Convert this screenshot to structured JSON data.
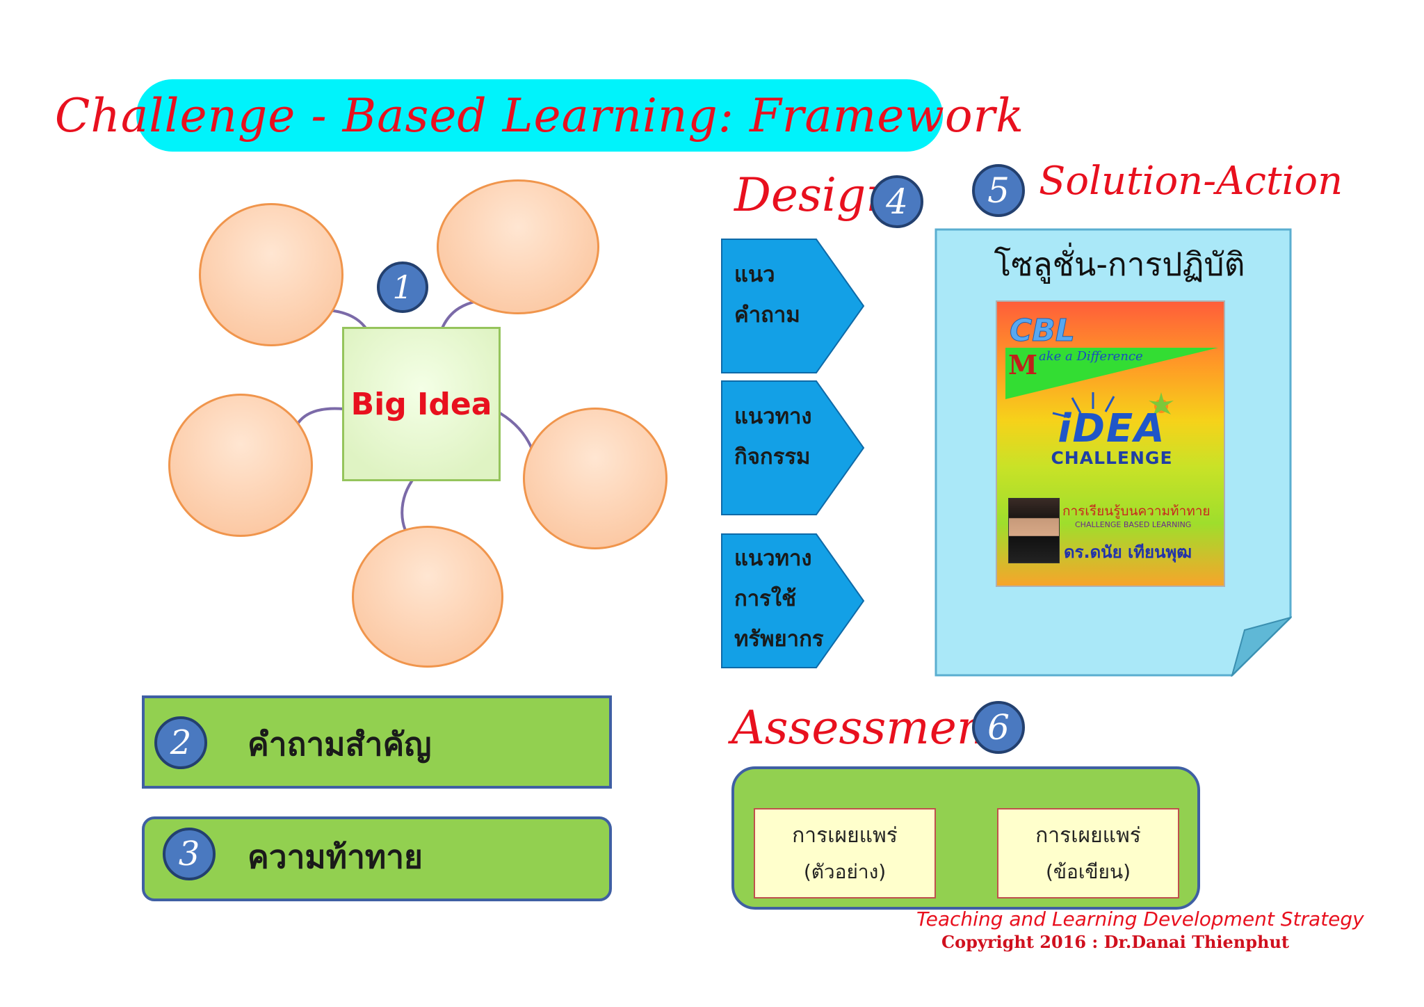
{
  "title": "Challenge - Based Learning: Framework",
  "mindmap": {
    "center_label": "Big Idea",
    "badge_number": "1"
  },
  "bars": [
    {
      "number": "2",
      "label": "คำถามสำคัญ"
    },
    {
      "number": "3",
      "label": "ความท้าทาย"
    }
  ],
  "design": {
    "label": "Design",
    "number": "4",
    "arrows": [
      {
        "lines": [
          "แนว",
          "คำถาม"
        ]
      },
      {
        "lines": [
          "แนวทาง",
          "กิจกรรม"
        ]
      },
      {
        "lines": [
          "แนวทาง",
          "การใช้",
          "ทรัพยากร"
        ]
      }
    ]
  },
  "solution": {
    "label": "Solution-Action",
    "number": "5",
    "heading": "โซลูชั่น-การปฏิบัติ",
    "book": {
      "top": "CBL",
      "tagline": "ake a Difference",
      "idea": "iDEA",
      "challenge": "CHALLENGE",
      "thai_title": "การเรียนรู้บนความท้าทาย",
      "english_subtitle": "CHALLENGE BASED LEARNING",
      "author": "ดร.ดนัย  เทียนพุฒ"
    }
  },
  "assessment": {
    "label": "Assessment",
    "number": "6",
    "boxes": [
      {
        "line1": "การเผยแพร่",
        "line2": "(ตัวอย่าง)"
      },
      {
        "line1": "การเผยแพร่",
        "line2": "(ข้อเขียน)"
      }
    ]
  },
  "footer": {
    "line1": "Teaching and Learning  Development Strategy",
    "line2": "Copyright  2016  : Dr.Danai  Thienphut"
  },
  "colors": {
    "title_bg": "#00f3fb",
    "accent_red": "#e8101e",
    "badge_blue": "#4a79c0",
    "green": "#92d050",
    "arrow_blue": "#13a0e6",
    "doc_bg": "#aae8f8"
  }
}
